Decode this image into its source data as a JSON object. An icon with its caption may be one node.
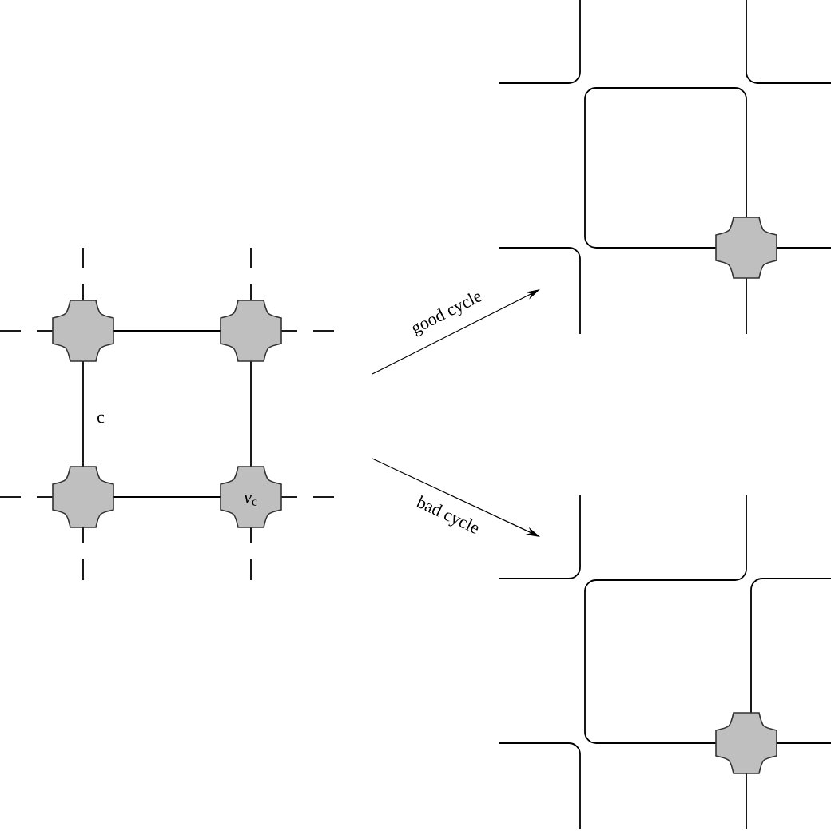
{
  "diagram": {
    "nodes": [
      {
        "text": [],
        "shape": "picture"
      },
      {
        "text": [],
        "shape": "picture"
      },
      {
        "text": [],
        "shape": "picture"
      }
    ],
    "edges": [
      {
        "from": 0,
        "to": 1,
        "arrow": "to",
        "label": "good cycle"
      },
      {
        "from": 0,
        "to": 2,
        "arrow": "to",
        "label": "bad cycle"
      }
    ],
    "labels": [
      "c",
      "*v*$_{c}$"
    ]
  }
}
